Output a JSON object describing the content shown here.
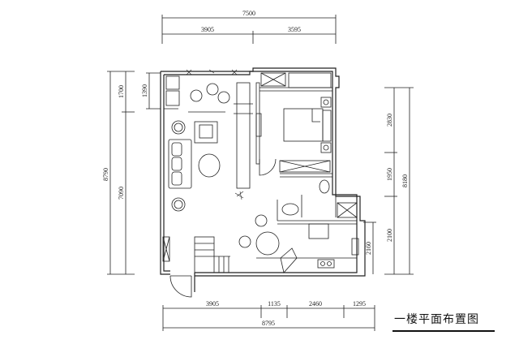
{
  "title": "一楼平面布置图",
  "dimensions": {
    "top": {
      "total": "7500",
      "segments": [
        "3905",
        "3595"
      ]
    },
    "left": {
      "total": "8790",
      "segments": [
        "1700",
        "7090"
      ],
      "inner": "1390"
    },
    "right": {
      "total": "8180",
      "segments": [
        "2830",
        "1950",
        "2100"
      ],
      "inner": "2160"
    },
    "bottom": {
      "total": "8795",
      "segments": [
        "3905",
        "1135",
        "2460",
        "1295"
      ]
    }
  },
  "colors": {
    "line": "#222222",
    "background": "#ffffff"
  }
}
